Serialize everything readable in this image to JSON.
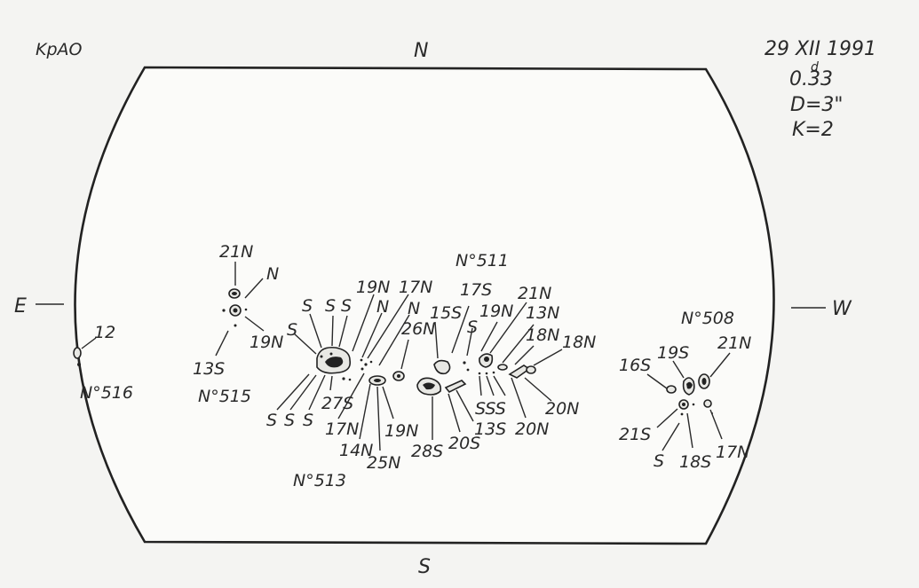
{
  "header": {
    "observatory": "KpAO",
    "date": "29 XII 1991",
    "time": "0.33",
    "time_sup": "d",
    "diameter": "D=3\"",
    "quality": "K=2"
  },
  "compass": {
    "north": "N",
    "south": "S",
    "east": "E",
    "west": "W"
  },
  "groups": {
    "g516": "N°516",
    "g515": "N°515",
    "g513": "N°513",
    "g511": "N°511",
    "g508": "N°508"
  },
  "labels": {
    "l12": "12",
    "l21N_a": "21N",
    "lN_a": "N",
    "l19N_a": "19N",
    "l13S_a": "13S",
    "lS_1": "S",
    "lS_2": "S",
    "lS_3": "S",
    "lS_4": "S",
    "l19N_b": "19N",
    "lN_b": "N",
    "l17N_a": "17N",
    "lN_c": "N",
    "l26N": "26N",
    "l15S": "15S",
    "l17S": "17S",
    "lS_5": "S",
    "l19N_c": "19N",
    "l21N_b": "21N",
    "l13N": "13N",
    "l18N_a": "18N",
    "l18N_b": "18N",
    "lS_6": "S",
    "lS_7": "S",
    "lS_8": "S",
    "l27S": "27S",
    "l17N_b": "17N",
    "l14N": "14N",
    "l25N": "25N",
    "l19N_d": "19N",
    "l28S": "28S",
    "l20S": "20S",
    "l13S_b": "13S",
    "lSSS": "SSS",
    "l20N_a": "20N",
    "l20N_b": "20N",
    "l16S": "16S",
    "l19S": "19S",
    "l21N_c": "21N",
    "l21S": "21S",
    "lS_9": "S",
    "l18S": "18S",
    "l17N_c": "17N"
  }
}
